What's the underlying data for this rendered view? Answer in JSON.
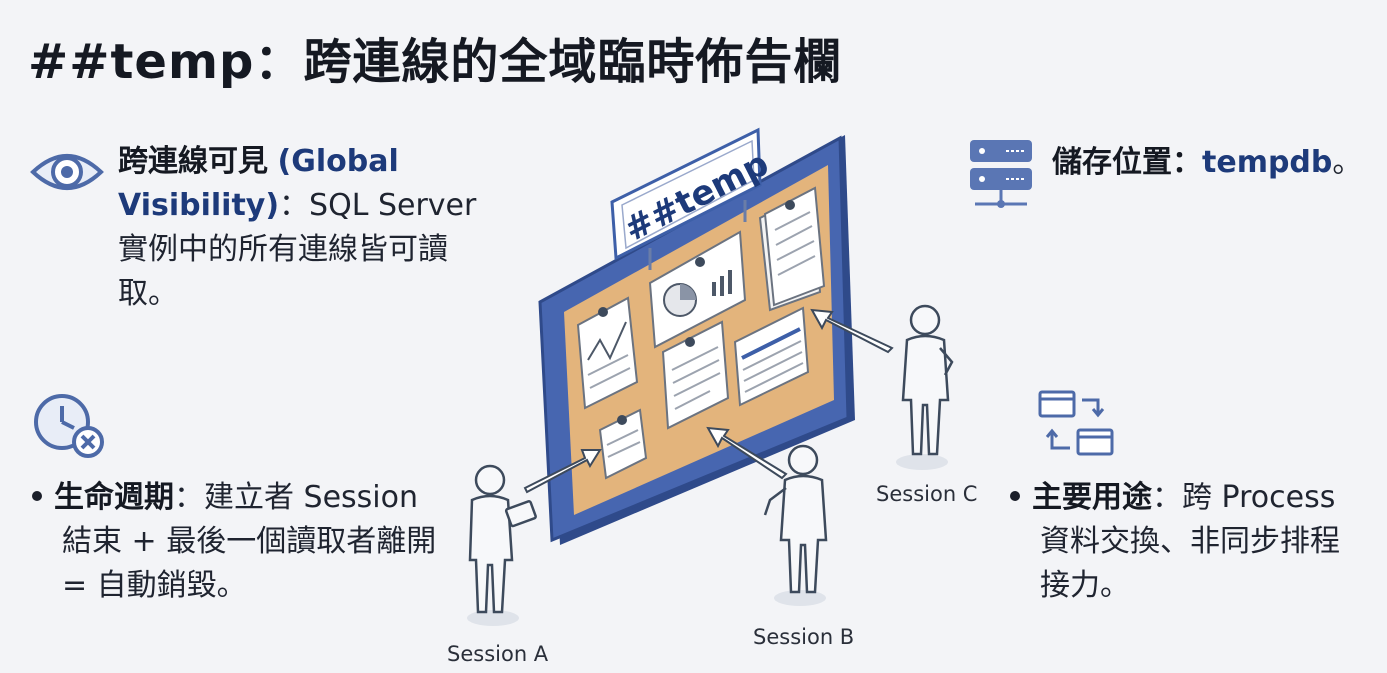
{
  "title": "##temp：跨連線的全域臨時佈告欄",
  "board_label": "##temp",
  "visibility": {
    "icon": "eye-icon",
    "heading": "跨連線可見",
    "english": "(Global Visibility)",
    "colon": "：",
    "text_line1_tail": "SQL Server",
    "text_line2": "實例中的所有連線皆可讀",
    "text_line3": "取。"
  },
  "storage": {
    "icon": "server-icon",
    "label": "儲存位置：",
    "value": "tempdb",
    "tail": "。"
  },
  "lifecycle": {
    "icon": "clock-cancel-icon",
    "heading": "生命週期",
    "line1_tail": "：建立者 Session",
    "line2": "結束 + 最後一個讀取者離開",
    "line3": "= 自動銷毀。"
  },
  "usage": {
    "icon": "exchange-icon",
    "heading": "主要用途",
    "line1_tail": "：跨 Process",
    "line2": "資料交換、非同步排程",
    "line3": "接力。"
  },
  "sessions": {
    "a": "Session A",
    "b": "Session B",
    "c": "Session C"
  },
  "colors": {
    "accent": "#1d3a7a",
    "board_frame": "#3f5fa8",
    "cork": "#e3b47c",
    "icon_blue": "#4d6aa8"
  }
}
